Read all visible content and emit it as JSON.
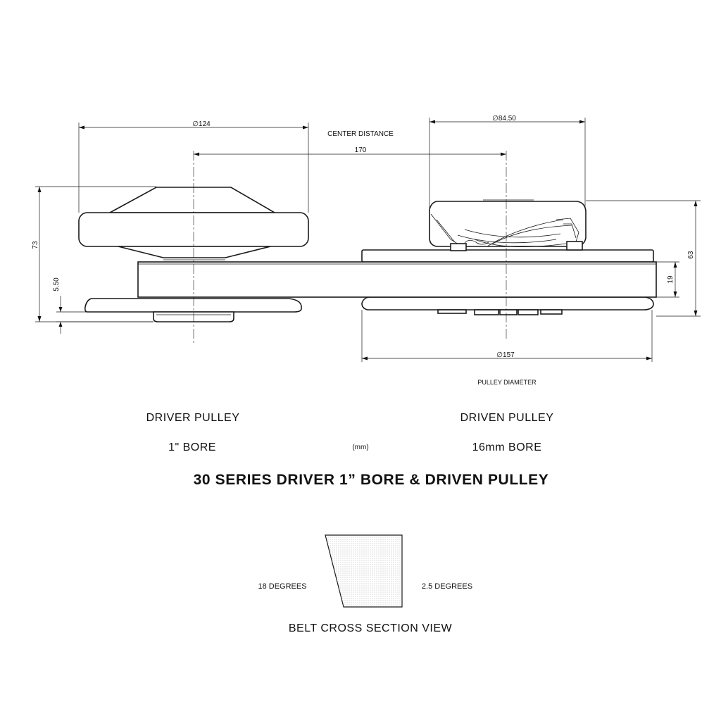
{
  "dimensions": {
    "driver_diameter": "∅124",
    "center_distance_label": "CENTER DISTANCE",
    "center_distance_value": "170",
    "driven_diameter": "∅84.50",
    "driver_height": "73",
    "driver_hub": "5.50",
    "driven_height": "63",
    "belt_width": "19",
    "pulley_diameter_value": "∅157",
    "pulley_diameter_label": "PULLEY DIAMETER"
  },
  "labels": {
    "driver_name": "DRIVER PULLEY",
    "driver_bore": "1\" BORE",
    "units": "(mm)",
    "driven_name": "DRIVEN PULLEY",
    "driven_bore": "16mm BORE",
    "title": "30 SERIES DRIVER 1” BORE & DRIVEN PULLEY"
  },
  "belt_section": {
    "left_angle": "18 DEGREES",
    "right_angle": "2.5 DEGREES",
    "caption": "BELT CROSS SECTION VIEW"
  }
}
